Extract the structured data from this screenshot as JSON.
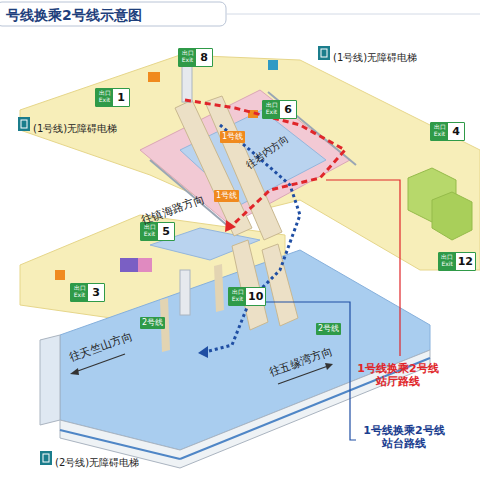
{
  "diagram": {
    "title": "号线换乘2号线示意图",
    "nodes": [
      {
        "text": [
          "出口 Exit",
          "8"
        ]
      },
      {
        "text": [
          "出口 Exit",
          "1"
        ]
      },
      {
        "text": [
          "出口 Exit",
          "6"
        ]
      },
      {
        "text": [
          "出口 Exit",
          "4"
        ]
      },
      {
        "text": [
          "出口 Exit",
          "5"
        ]
      },
      {
        "text": [
          "出口 Exit",
          "3"
        ]
      },
      {
        "text": [
          "出口 Exit",
          "10"
        ]
      },
      {
        "text": [
          "出口 Exit",
          "12"
        ]
      }
    ],
    "labels": [
      "(1号线)无障碍电梯",
      "(1号线)无障碍电梯",
      "(2号线)无障碍电梯",
      "往镇海路方向",
      "1号线",
      "往岩内方向",
      "1号线",
      "往天竺山方向",
      "2号线",
      "往五缘湾方向",
      "2号线",
      "1号线换乘2号线 站厅路线",
      "1号线换乘2号线 站台路线"
    ]
  }
}
